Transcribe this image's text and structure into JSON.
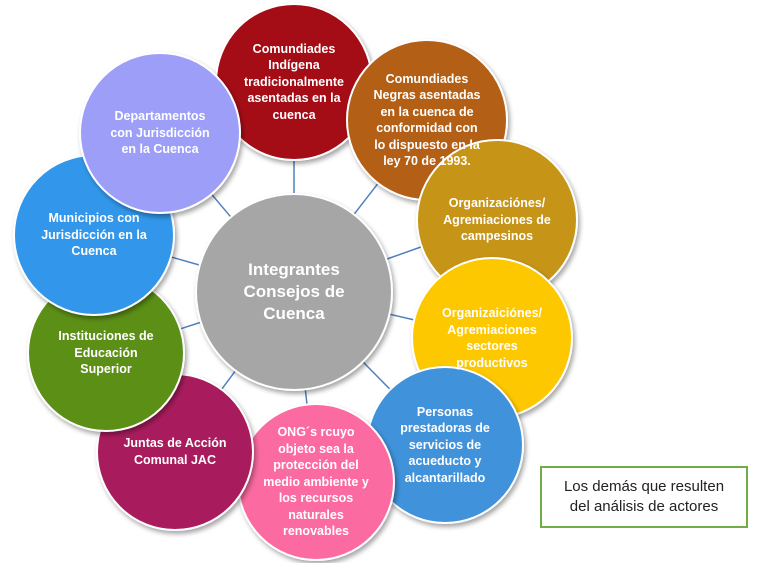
{
  "center": {
    "label": "Integrantes\nConsejos de\nCuenca",
    "color": "#a6a6a6"
  },
  "nodes": [
    {
      "id": "comunidades-indigenas",
      "label": "Comundiades\nIndígena\ntradicionalmente\nasentadas en la\ncuenca",
      "color": "#a50f17"
    },
    {
      "id": "comunidades-negras",
      "label": "Comundiades\nNegras asentadas\nen la cuenca de\nconformidad con\nlo dispuesto en la\nley 70  de 1993.",
      "color": "#b45f17"
    },
    {
      "id": "campesinos",
      "label": "Organizaciónes/\nAgremiaciones de\ncampesinos",
      "color": "#c69412"
    },
    {
      "id": "sectores-productivos",
      "label": "Organizaiciónes/\nAgremiaciones\nsectores\nproductivos",
      "color": "#fec800"
    },
    {
      "id": "prestadoras-servicios",
      "label": "Personas\nprestadoras de\nservicios de\nacueducto y\nalcantarillado",
      "color": "#3f92da"
    },
    {
      "id": "ong",
      "label": "ONG´s rcuyo\nobjeto sea la\nprotección del\nmedio ambiente y\nlos recursos\nnaturales\nrenovables",
      "color": "#fb6aa1"
    },
    {
      "id": "juntas-accion-comunal",
      "label": "Juntas de Acción\nComunal JAC",
      "color": "#a81c5d"
    },
    {
      "id": "instituciones-educacion",
      "label": "Instituciones de\nEducación\nSuperior",
      "color": "#5b8f18"
    },
    {
      "id": "municipios",
      "label": "Municipios con\nJurisdicción en la\nCuenca",
      "color": "#3197ea"
    },
    {
      "id": "departamentos",
      "label": "Departamentos\ncon Jurisdicción\nen la Cuenca",
      "color": "#9d9ef8"
    }
  ],
  "connector_color": "#4f81bd",
  "note": {
    "label": "Los demás que resulten\ndel análisis de actores",
    "border_color": "#70ad47"
  }
}
